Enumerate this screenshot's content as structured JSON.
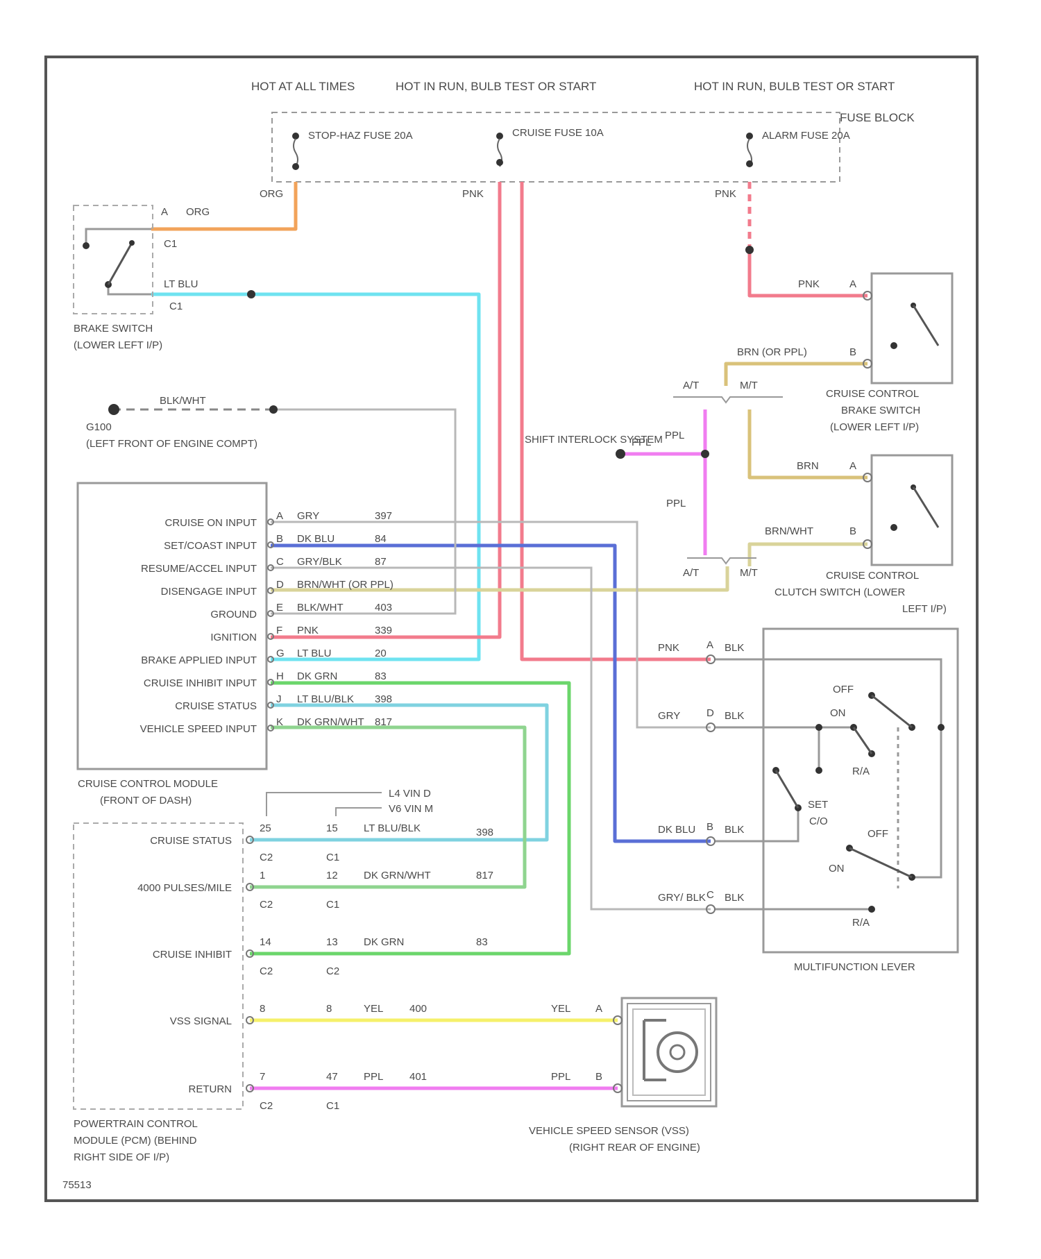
{
  "colors": {
    "ORG": "#f2a35a",
    "LTBLU": "#6fe3f0",
    "PNK": "#f27b8c",
    "DKBLU": "#5a6fd6",
    "DKGRN": "#6bd66b",
    "LTBLUBLK": "#7fd2e0",
    "DKGRNWHT": "#8fd48f",
    "BRN": "#d9c27a",
    "BRNWHT": "#d9d39a",
    "PPL": "#f07df0",
    "YEL": "#f5f06a",
    "GRY": "#b8b8b8",
    "frame": "#555555",
    "text": "#4a4a4a"
  },
  "fuse_block": {
    "label": "FUSE BLOCK",
    "headers": {
      "hot_all_times": "HOT AT ALL TIMES",
      "hot_run_1": "HOT IN RUN, BULB TEST OR START",
      "hot_run_2": "HOT IN RUN, BULB TEST OR START"
    },
    "fuses": {
      "stop_haz": "STOP-HAZ FUSE 20A",
      "cruise": "CRUISE FUSE 10A",
      "alarm": "ALARM FUSE 20A"
    }
  },
  "brake_switch": {
    "label_1": "BRAKE SWITCH",
    "label_2": "(LOWER LEFT I/P)",
    "pin_a": "A",
    "wire_a": "ORG",
    "conn_a": "C1",
    "wire_b": "LT BLU",
    "conn_b": "C1",
    "wire_org_fuse": "ORG"
  },
  "ground": {
    "id": "G100",
    "location": "(LEFT FRONT OF ENGINE COMPT)",
    "wire": "BLK/WHT"
  },
  "wires": {
    "pnk_cruise": "PNK",
    "pnk_alarm": "PNK"
  },
  "cruise_control_module": {
    "label_1": "CRUISE CONTROL MODULE",
    "label_2": "(FRONT OF DASH)",
    "pins": [
      {
        "name": "CRUISE ON INPUT",
        "pin": "A",
        "wire": "GRY",
        "circuit": "397"
      },
      {
        "name": "SET/COAST INPUT",
        "pin": "B",
        "wire": "DK BLU",
        "circuit": "84"
      },
      {
        "name": "RESUME/ACCEL INPUT",
        "pin": "C",
        "wire": "GRY/BLK",
        "circuit": "87"
      },
      {
        "name": "DISENGAGE INPUT",
        "pin": "D",
        "wire": "BRN/WHT (OR PPL)",
        "circuit": ""
      },
      {
        "name": "GROUND",
        "pin": "E",
        "wire": "BLK/WHT",
        "circuit": "403"
      },
      {
        "name": "IGNITION",
        "pin": "F",
        "wire": "PNK",
        "circuit": "339"
      },
      {
        "name": "BRAKE APPLIED INPUT",
        "pin": "G",
        "wire": "LT BLU",
        "circuit": "20"
      },
      {
        "name": "CRUISE INHIBIT INPUT",
        "pin": "H",
        "wire": "DK GRN",
        "circuit": "83"
      },
      {
        "name": "CRUISE STATUS",
        "pin": "J",
        "wire": "LT BLU/BLK",
        "circuit": "398"
      },
      {
        "name": "VEHICLE SPEED INPUT",
        "pin": "K",
        "wire": "DK GRN/WHT",
        "circuit": "817"
      }
    ]
  },
  "vin_notes": {
    "l4": "L4 VIN D",
    "v6": "V6 VIN M"
  },
  "pcm": {
    "label_1": "POWERTRAIN CONTROL",
    "label_2": "MODULE (PCM) (BEHIND",
    "label_3": "RIGHT SIDE OF I/P)",
    "rows": [
      {
        "name": "CRUISE STATUS",
        "p1": "25",
        "c1": "C2",
        "p2": "15",
        "c2": "C1",
        "wire": "LT BLU/BLK",
        "circuit": "398"
      },
      {
        "name": "4000 PULSES/MILE",
        "p1": "1",
        "c1": "C2",
        "p2": "12",
        "c2": "C1",
        "wire": "DK GRN/WHT",
        "circuit": "817"
      },
      {
        "name": "CRUISE INHIBIT",
        "p1": "14",
        "c1": "C2",
        "p2": "13",
        "c2": "C2",
        "wire": "DK GRN",
        "circuit": "83"
      },
      {
        "name": "VSS SIGNAL",
        "p1": "8",
        "c1": "",
        "p2": "8",
        "c2": "",
        "wire": "YEL",
        "circuit": "400"
      },
      {
        "name": "RETURN",
        "p1": "7",
        "c1": "C2",
        "p2": "47",
        "c2": "C1",
        "wire": "PPL",
        "circuit": "401"
      }
    ]
  },
  "shift_interlock": {
    "label": "SHIFT INTERLOCK SYSTEM",
    "wire_1": "PPL",
    "wire_2": "PPL",
    "wire_3": "PPL",
    "at": "A/T",
    "mt": "M/T",
    "at2": "A/T",
    "mt2": "M/T"
  },
  "cc_brake_switch": {
    "label_1": "CRUISE CONTROL",
    "label_2": "BRAKE SWITCH",
    "label_3": "(LOWER LEFT I/P)",
    "pin_a": "A",
    "wire_a": "PNK",
    "pin_b": "B",
    "wire_b": "BRN (OR PPL)"
  },
  "clutch_switch": {
    "label_1": "CRUISE CONTROL",
    "label_2": "CLUTCH SWITCH (LOWER",
    "label_3": "LEFT I/P)",
    "pin_a": "A",
    "wire_a": "BRN",
    "pin_b": "B",
    "wire_b": "BRN/WHT"
  },
  "multifunction_lever": {
    "label": "MULTIFUNCTION LEVER",
    "pins": [
      {
        "pin": "A",
        "wire_in": "PNK",
        "wire_out": "BLK"
      },
      {
        "pin": "D",
        "wire_in": "GRY",
        "wire_out": "BLK"
      },
      {
        "pin": "B",
        "wire_in": "DK BLU",
        "wire_out": "BLK"
      },
      {
        "pin": "C",
        "wire_in": "GRY/ BLK",
        "wire_out": "BLK"
      }
    ],
    "off_1": "OFF",
    "on_1": "ON",
    "ra_1": "R/A",
    "set": "SET",
    "coast": "C/O",
    "off_2": "OFF",
    "on_2": "ON",
    "ra_2": "R/A"
  },
  "vss": {
    "label_1": "VEHICLE SPEED SENSOR (VSS)",
    "label_2": "(RIGHT REAR OF ENGINE)",
    "pin_a": "A",
    "wire_a": "YEL",
    "pin_b": "B",
    "wire_b": "PPL"
  },
  "figure_id": "75513"
}
